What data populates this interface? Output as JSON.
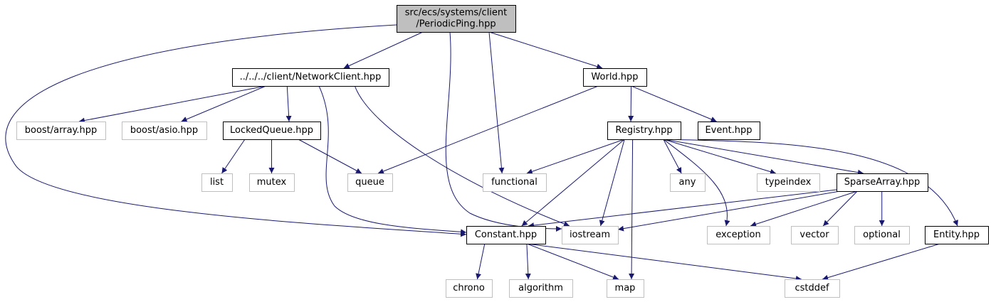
{
  "colors": {
    "edge": "#191970",
    "root_fill": "#bfbfbf",
    "node_border": "#000000",
    "external_border": "#bfbfbf",
    "node_fill": "#ffffff",
    "text": "#000000"
  },
  "nodes": [
    {
      "id": "root",
      "name": "periodic-ping-hpp-node",
      "lines": [
        "src/ecs/systems/client",
        "/PeriodicPing.hpp"
      ],
      "kind": "root"
    },
    {
      "id": "netclient",
      "name": "network-client-hpp-node",
      "lines": [
        "../../../client/NetworkClient.hpp"
      ],
      "kind": "internal"
    },
    {
      "id": "world",
      "name": "world-hpp-node",
      "lines": [
        "World.hpp"
      ],
      "kind": "internal"
    },
    {
      "id": "boostarray",
      "name": "boost-array-hpp-node",
      "lines": [
        "boost/array.hpp"
      ],
      "kind": "external"
    },
    {
      "id": "boostasio",
      "name": "boost-asio-hpp-node",
      "lines": [
        "boost/asio.hpp"
      ],
      "kind": "external"
    },
    {
      "id": "lockedqueue",
      "name": "locked-queue-hpp-node",
      "lines": [
        "LockedQueue.hpp"
      ],
      "kind": "internal"
    },
    {
      "id": "registry",
      "name": "registry-hpp-node",
      "lines": [
        "Registry.hpp"
      ],
      "kind": "internal"
    },
    {
      "id": "event",
      "name": "event-hpp-node",
      "lines": [
        "Event.hpp"
      ],
      "kind": "internal"
    },
    {
      "id": "list",
      "name": "list-node",
      "lines": [
        "list"
      ],
      "kind": "external"
    },
    {
      "id": "mutex",
      "name": "mutex-node",
      "lines": [
        "mutex"
      ],
      "kind": "external"
    },
    {
      "id": "queue",
      "name": "queue-node",
      "lines": [
        "queue"
      ],
      "kind": "external"
    },
    {
      "id": "functional",
      "name": "functional-node",
      "lines": [
        "functional"
      ],
      "kind": "external"
    },
    {
      "id": "any",
      "name": "any-node",
      "lines": [
        "any"
      ],
      "kind": "external"
    },
    {
      "id": "typeindex",
      "name": "typeindex-node",
      "lines": [
        "typeindex"
      ],
      "kind": "external"
    },
    {
      "id": "sparsearray",
      "name": "sparse-array-hpp-node",
      "lines": [
        "SparseArray.hpp"
      ],
      "kind": "internal"
    },
    {
      "id": "constant",
      "name": "constant-hpp-node",
      "lines": [
        "Constant.hpp"
      ],
      "kind": "internal"
    },
    {
      "id": "iostream",
      "name": "iostream-node",
      "lines": [
        "iostream"
      ],
      "kind": "external"
    },
    {
      "id": "exception",
      "name": "exception-node",
      "lines": [
        "exception"
      ],
      "kind": "external"
    },
    {
      "id": "vector",
      "name": "vector-node",
      "lines": [
        "vector"
      ],
      "kind": "external"
    },
    {
      "id": "optional",
      "name": "optional-node",
      "lines": [
        "optional"
      ],
      "kind": "external"
    },
    {
      "id": "entity",
      "name": "entity-hpp-node",
      "lines": [
        "Entity.hpp"
      ],
      "kind": "internal"
    },
    {
      "id": "chrono",
      "name": "chrono-node",
      "lines": [
        "chrono"
      ],
      "kind": "external"
    },
    {
      "id": "algorithm",
      "name": "algorithm-node",
      "lines": [
        "algorithm"
      ],
      "kind": "external"
    },
    {
      "id": "map",
      "name": "map-node",
      "lines": [
        "map"
      ],
      "kind": "external"
    },
    {
      "id": "cstddef",
      "name": "cstddef-node",
      "lines": [
        "cstddef"
      ],
      "kind": "external"
    }
  ],
  "edges": [
    [
      "root",
      "netclient"
    ],
    [
      "root",
      "world"
    ],
    [
      "root",
      "constant"
    ],
    [
      "root",
      "functional"
    ],
    [
      "root",
      "iostream"
    ],
    [
      "netclient",
      "boostarray"
    ],
    [
      "netclient",
      "boostasio"
    ],
    [
      "netclient",
      "lockedqueue"
    ],
    [
      "netclient",
      "constant"
    ],
    [
      "netclient",
      "iostream"
    ],
    [
      "lockedqueue",
      "list"
    ],
    [
      "lockedqueue",
      "mutex"
    ],
    [
      "lockedqueue",
      "queue"
    ],
    [
      "world",
      "queue"
    ],
    [
      "world",
      "registry"
    ],
    [
      "world",
      "event"
    ],
    [
      "registry",
      "functional"
    ],
    [
      "registry",
      "constant"
    ],
    [
      "registry",
      "iostream"
    ],
    [
      "registry",
      "map"
    ],
    [
      "registry",
      "any"
    ],
    [
      "registry",
      "exception"
    ],
    [
      "registry",
      "typeindex"
    ],
    [
      "registry",
      "sparsearray"
    ],
    [
      "registry",
      "entity"
    ],
    [
      "sparsearray",
      "constant"
    ],
    [
      "sparsearray",
      "iostream"
    ],
    [
      "sparsearray",
      "exception"
    ],
    [
      "sparsearray",
      "vector"
    ],
    [
      "sparsearray",
      "optional"
    ],
    [
      "constant",
      "chrono"
    ],
    [
      "constant",
      "algorithm"
    ],
    [
      "constant",
      "map"
    ],
    [
      "constant",
      "cstddef"
    ],
    [
      "entity",
      "cstddef"
    ]
  ]
}
